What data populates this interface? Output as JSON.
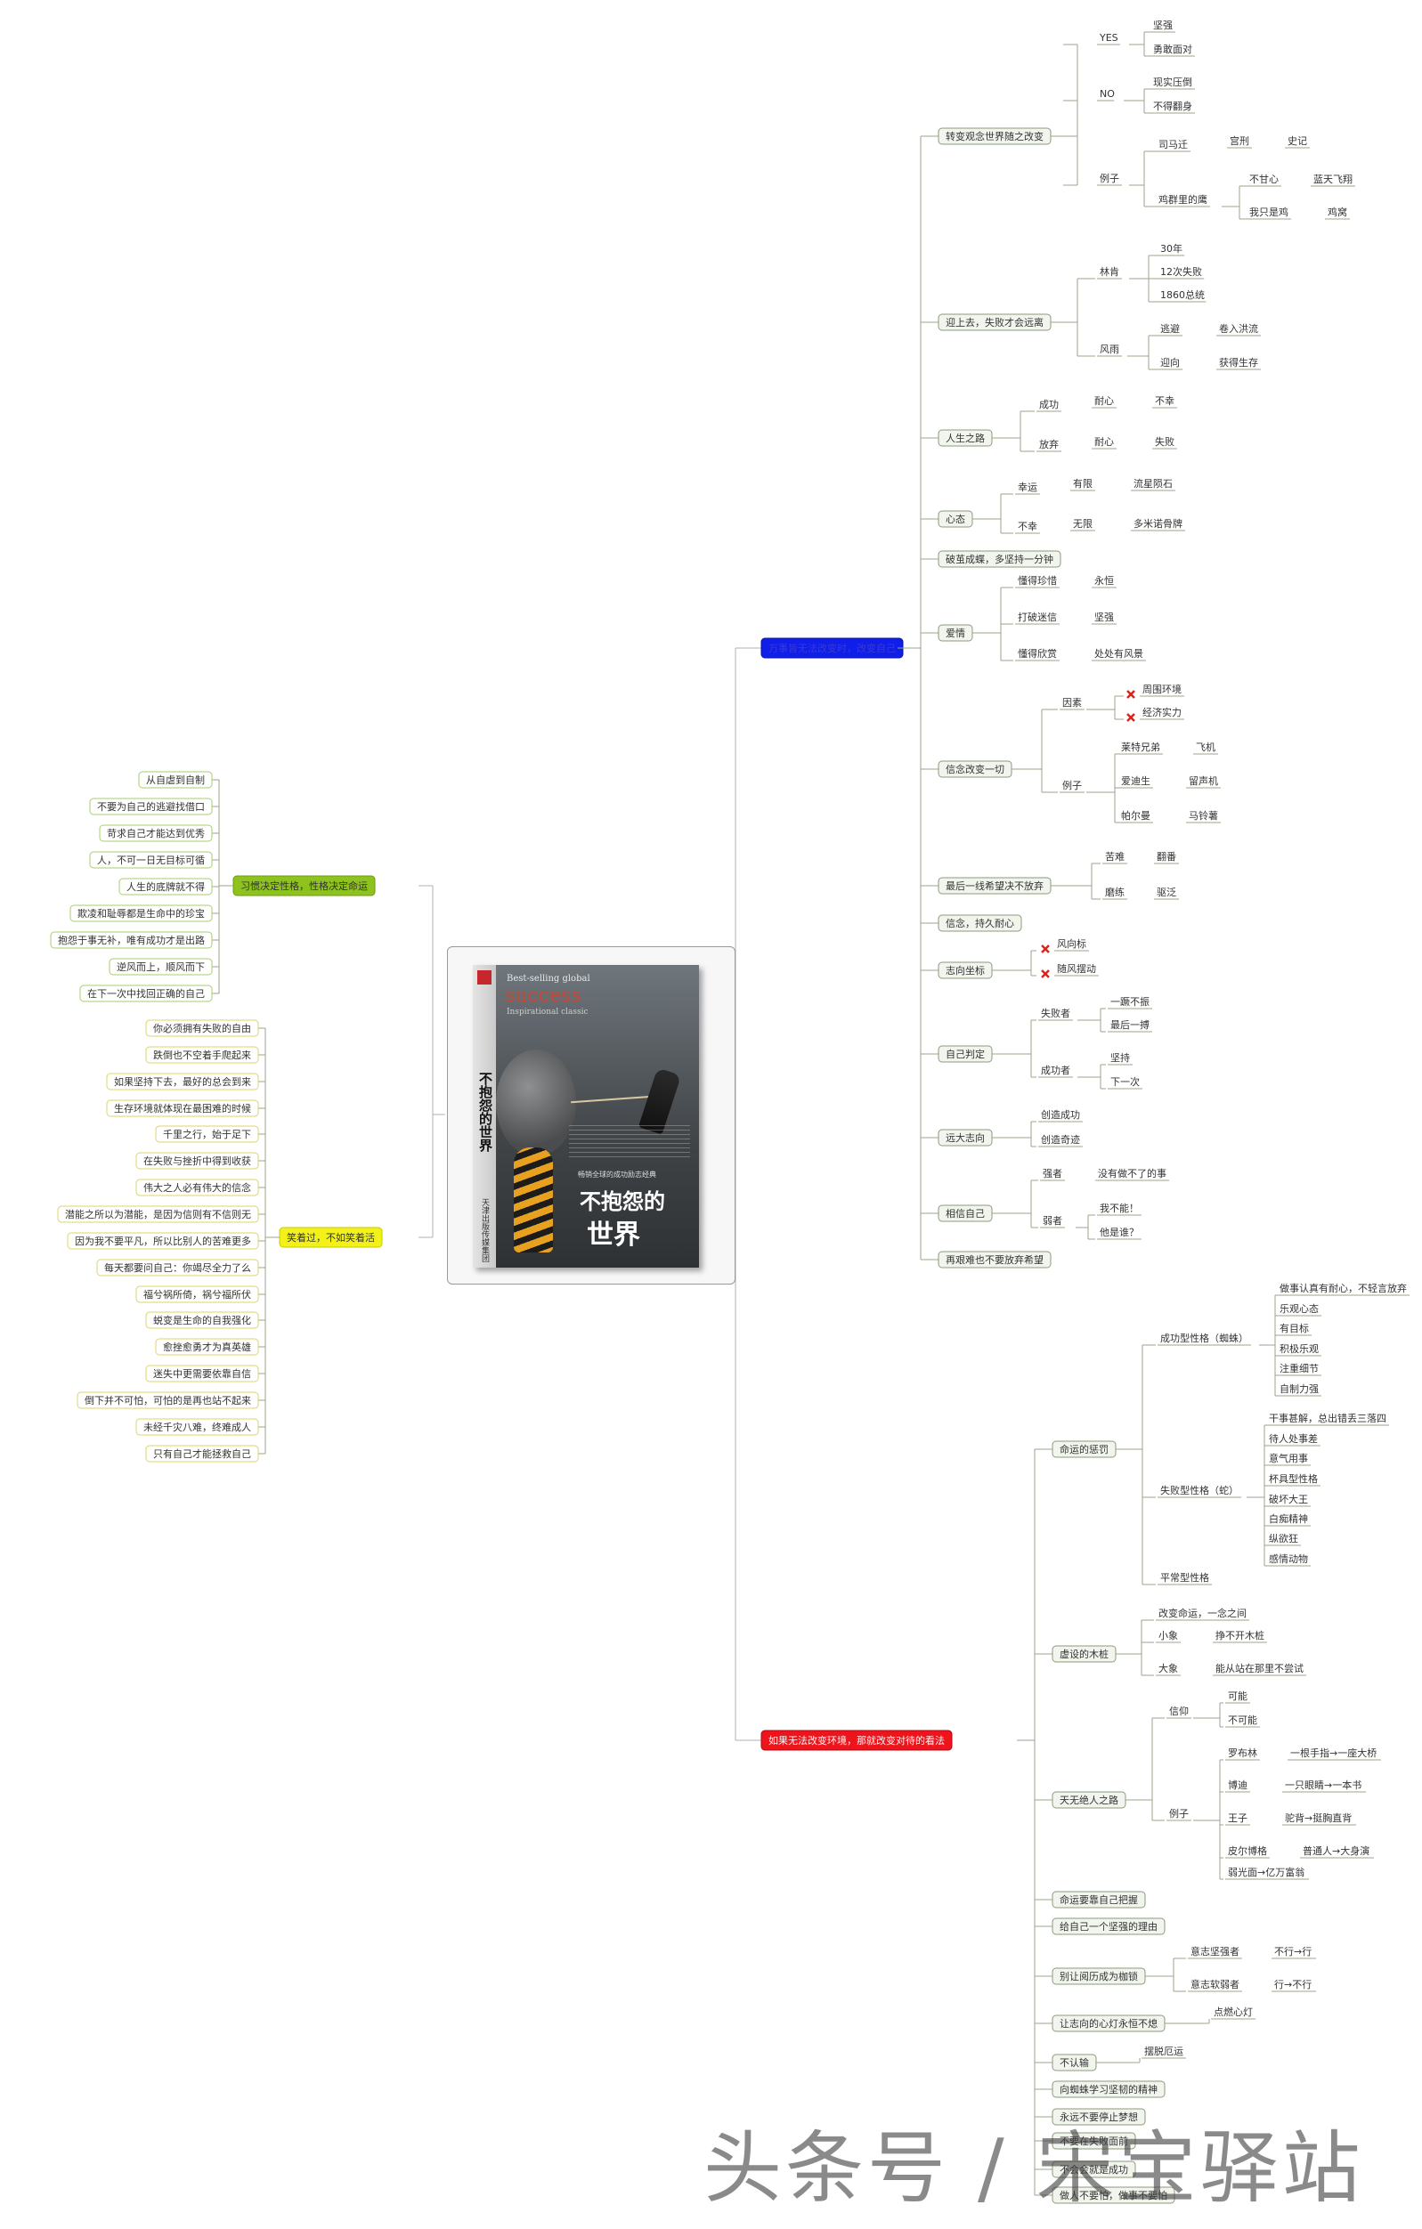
{
  "diagram": {
    "center": {
      "title": "不抱怨的世界"
    },
    "book": {
      "en_top": "Best-selling global",
      "en_big": "success",
      "en_sub": "Inspirational classic",
      "spine_title": "不抱怨的世界",
      "spine_pub": "天津出版传媒集团",
      "series": "畅销全球的成功励志经典",
      "title_line1": "不抱怨的",
      "title_line2": "世界"
    },
    "watermark": "头条号 / 宋宝驿站",
    "main_branches": [
      {
        "label": "万事皆无法改变时，改变自己",
        "color": "#1a1aff",
        "text_color": "#3a3ad0"
      },
      {
        "label": "如果无法改变环境，那就改变对待的看法",
        "color": "#e8101a",
        "text_color": "#e8101a"
      },
      {
        "label": "习惯决定性格，性格决定命运",
        "color": "#8dc21f",
        "text_color": "#333333"
      },
      {
        "label": "笑着过，不如笑着活",
        "color": "#f2f21a",
        "text_color": "#333333"
      }
    ],
    "green_leaves": [
      "从自虐到自制",
      "不要为自己的逃避找借口",
      "苛求自己才能达到优秀",
      "人，不可一日无目标可循",
      "人生的底牌就不得",
      "欺凌和耻辱都是生命中的珍宝",
      "抱怨于事无补，唯有成功才是出路",
      "逆风而上，顺风而下",
      "在下一次中找回正确的自己"
    ],
    "yellow_leaves": [
      "你必须拥有失败的自由",
      "跌倒也不空着手爬起来",
      "如果坚持下去，最好的总会到来",
      "生存环境就体现在最困难的时候",
      "千里之行，始于足下",
      "在失败与挫折中得到收获",
      "伟大之人必有伟大的信念",
      "潜能之所以为潜能，是因为信则有不信则无",
      "因为我不要平凡，所以比别人的苦难更多",
      "每天都要问自己：你竭尽全力了么",
      "福兮祸所倚，祸兮福所伏",
      "蜕变是生命的自我强化",
      "愈挫愈勇才为真英雄",
      "迷失中更需要依靠自信",
      "倒下并不可怕，可怕的是再也站不起来",
      "未经千灾八难，终难成人",
      "只有自己才能拯救自己"
    ],
    "blue_subs": {
      "s1": "转变观念世界随之改变",
      "s1_yes": "YES",
      "s1_yes_1": "坚强",
      "s1_yes_2": "勇敢面对",
      "s1_no": "NO",
      "s1_no_1": "现实压倒",
      "s1_no_2": "不得翻身",
      "s1_ex": "例子",
      "s1_ex_a": "司马迁",
      "s1_ex_a1": "宫刑",
      "s1_ex_a2": "史记",
      "s1_ex_b": "鸡群里的鹰",
      "s1_ex_b1": "不甘心",
      "s1_ex_b1x": "蓝天飞翔",
      "s1_ex_b2": "我只是鸡",
      "s1_ex_b2x": "鸡窝",
      "s2": "迎上去，失败才会远离",
      "s2_a": "林肯",
      "s2_a1": "30年",
      "s2_a2": "12次失败",
      "s2_a3": "1860总统",
      "s2_b": "风雨",
      "s2_b1": "逃避",
      "s2_b1x": "卷入洪流",
      "s2_b2": "迎向",
      "s2_b2x": "获得生存",
      "s3": "人生之路",
      "s3_a": "成功",
      "s3_a1": "耐心",
      "s3_a1x": "不幸",
      "s3_b": "放弃",
      "s3_b1": "耐心",
      "s3_b1x": "失败",
      "s4": "心态",
      "s4_a": "幸运",
      "s4_a1": "有限",
      "s4_a1x": "流星陨石",
      "s4_b": "不幸",
      "s4_b1": "无限",
      "s4_b1x": "多米诺骨牌",
      "s5": "破茧成蝶，多坚持一分钟",
      "s6": "爱情",
      "s6_1": "懂得珍惜",
      "s6_1x": "永恒",
      "s6_2": "打破迷信",
      "s6_2x": "坚强",
      "s6_3": "懂得欣赏",
      "s6_3x": "处处有风景",
      "s7": "信念改变一切",
      "s7_a": "因素",
      "s7_a1": "周围环境",
      "s7_a2": "经济实力",
      "s7_b": "例子",
      "s7_b1": "莱特兄弟",
      "s7_b1x": "飞机",
      "s7_b2": "爱迪生",
      "s7_b2x": "留声机",
      "s7_b3": "帕尔曼",
      "s7_b3x": "马铃薯",
      "s8": "最后一线希望决不放弃",
      "s8_1": "苦难",
      "s8_1x": "翻番",
      "s8_2": "磨练",
      "s8_2x": "驱泛",
      "s9": "信念，持久耐心",
      "s10": "志向坐标",
      "s10_1": "风向标",
      "s10_2": "随风摆动",
      "s11": "自己判定",
      "s11_a": "失败者",
      "s11_a1": "一蹶不振",
      "s11_a2": "最后一搏",
      "s11_b": "成功者",
      "s11_b1": "坚持",
      "s11_b2": "下一次",
      "s12": "远大志向",
      "s12_1": "创造成功",
      "s12_2": "创造奇迹",
      "s13": "相信自己",
      "s13_a": "强者",
      "s13_a1": "没有做不了的事",
      "s13_b": "弱者",
      "s13_b1": "我不能！",
      "s13_b2": "他是谁？",
      "s14": "再艰难也不要放弃希望"
    },
    "red_subs": {
      "r1": "命运的惩罚",
      "r1_a": "成功型性格（蜘蛛）",
      "r1_a1": "做事认真有耐心，不轻言放弃",
      "r1_a2": "乐观心态",
      "r1_a3": "有目标",
      "r1_a4": "积极乐观",
      "r1_a5": "注重细节",
      "r1_a6": "自制力强",
      "r1_b": "失败型性格（蛇）",
      "r1_b1": "干事甚解，总出错丢三落四",
      "r1_b2": "待人处事差",
      "r1_b3": "意气用事",
      "r1_b4": "杯具型性格",
      "r1_b5": "破坏大王",
      "r1_b6": "白痴精神",
      "r1_b7": "纵欲狂",
      "r1_b8": "感情动物",
      "r1_c": "平常型性格",
      "r2": "虚设的木桩",
      "r2_1": "改变命运，一念之间",
      "r2_2": "小象",
      "r2_2x": "挣不开木桩",
      "r2_3": "大象",
      "r2_3x": "能从站在那里不尝试",
      "r3": "天无绝人之路",
      "r3_a": "信仰",
      "r3_a1": "可能",
      "r3_a2": "不可能",
      "r3_b": "例子",
      "r3_b1": "罗布林",
      "r3_b1x": "一根手指→一座大桥",
      "r3_b2": "博迪",
      "r3_b2x": "一只眼睛→一本书",
      "r3_b3": "王子",
      "r3_b3x": "驼背→挺胸直背",
      "r3_b4": "皮尔博格",
      "r3_b4x": "普通人→大身演",
      "r3_b5": "弱光面→亿万富翁",
      "r4": "命运要靠自己把握",
      "r5": "给自己一个坚强的理由",
      "r6": "别让阅历成为枷锁",
      "r6_1": "意志坚强者",
      "r6_1x": "不行→行",
      "r6_2": "意志软弱者",
      "r6_2x": "行→不行",
      "r7": "让志向的心灯永恒不熄",
      "r7_1": "点燃心灯",
      "r8": "不认输",
      "r8_1": "摆脱厄运",
      "r9": "向蜘蛛学习坚韧的精神",
      "r10": "永远不要停止梦想",
      "r11": "不要在失败面前",
      "r12": "不会会就是成功",
      "r13": "做人不要怕，做事不要怕"
    }
  }
}
